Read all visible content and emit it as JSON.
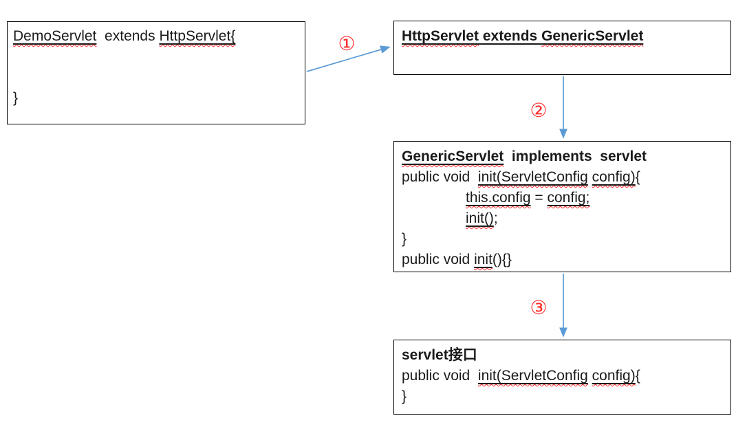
{
  "colors": {
    "arrow_blue": "#5B9BD5",
    "circled_number_red": "#FF2D2D",
    "squiggle_red": "#FF2D2D",
    "box_border": "#000000",
    "text": "#1A1A1A",
    "background": "#FFFFFF"
  },
  "connectors": [
    {
      "name": "arrow-1",
      "label": "①",
      "from": "demo-servlet-box",
      "to": "http-servlet-box"
    },
    {
      "name": "arrow-2",
      "label": "②",
      "from": "http-servlet-box",
      "to": "generic-servlet-box"
    },
    {
      "name": "arrow-3",
      "label": "③",
      "from": "generic-servlet-box",
      "to": "servlet-interface-box"
    }
  ],
  "boxes": [
    {
      "name": "demo-servlet-box",
      "lines": [
        {
          "segments": [
            {
              "t": "DemoServlet",
              "f": [
                "u",
                "w"
              ]
            },
            {
              "t": "  extends ",
              "f": []
            },
            {
              "t": "HttpServlet{",
              "f": [
                "u",
                "w"
              ]
            }
          ]
        },
        {
          "segments": []
        },
        {
          "segments": []
        },
        {
          "segments": [
            {
              "t": "}",
              "f": []
            }
          ]
        }
      ]
    },
    {
      "name": "http-servlet-box",
      "lines": [
        {
          "segments": [
            {
              "t": "HttpServlet",
              "f": [
                "b",
                "u",
                "w"
              ]
            },
            {
              "t": " extends ",
              "f": [
                "b",
                "u"
              ]
            },
            {
              "t": "GenericServlet",
              "f": [
                "b",
                "u",
                "w"
              ]
            }
          ]
        }
      ]
    },
    {
      "name": "generic-servlet-box",
      "lines": [
        {
          "segments": [
            {
              "t": "GenericServlet",
              "f": [
                "b",
                "u",
                "w"
              ]
            },
            {
              "t": "  implements  servlet",
              "f": [
                "b"
              ]
            }
          ]
        },
        {
          "segments": [
            {
              "t": "public void  ",
              "f": []
            },
            {
              "t": "init(ServletConfig",
              "f": [
                "u",
                "w"
              ]
            },
            {
              "t": " ",
              "f": []
            },
            {
              "t": "config)",
              "f": [
                "u",
                "w"
              ]
            },
            {
              "t": "{",
              "f": []
            }
          ]
        },
        {
          "indent": true,
          "segments": [
            {
              "t": "this.config",
              "f": [
                "u",
                "w"
              ]
            },
            {
              "t": " = ",
              "f": []
            },
            {
              "t": "config;",
              "f": [
                "u",
                "w"
              ]
            }
          ]
        },
        {
          "indent": true,
          "segments": [
            {
              "t": "init()",
              "f": [
                "u",
                "w"
              ]
            },
            {
              "t": ";",
              "f": []
            }
          ]
        },
        {
          "segments": [
            {
              "t": "}",
              "f": []
            }
          ]
        },
        {
          "segments": [
            {
              "t": "public void ",
              "f": []
            },
            {
              "t": "init",
              "f": [
                "u",
                "w"
              ]
            },
            {
              "t": "(){}",
              "f": []
            }
          ]
        }
      ]
    },
    {
      "name": "servlet-interface-box",
      "lines": [
        {
          "segments": [
            {
              "t": "servlet接口",
              "f": [
                "b"
              ]
            }
          ]
        },
        {
          "segments": [
            {
              "t": "public void  ",
              "f": []
            },
            {
              "t": "init(ServletConfig",
              "f": [
                "u",
                "w"
              ]
            },
            {
              "t": " ",
              "f": []
            },
            {
              "t": "config)",
              "f": [
                "u",
                "w"
              ]
            },
            {
              "t": "{",
              "f": []
            }
          ]
        },
        {
          "segments": [
            {
              "t": "}",
              "f": []
            }
          ]
        }
      ]
    }
  ]
}
